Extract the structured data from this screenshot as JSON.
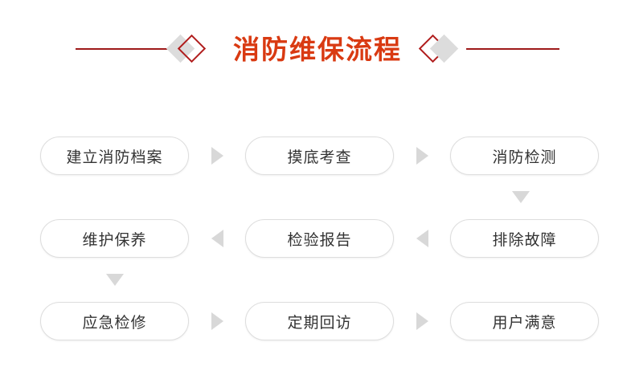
{
  "header": {
    "title": "消防维保流程",
    "title_color": "#d93a12",
    "rule_color": "#9e1a1a",
    "ornament_left": {
      "gray_diamond": "diamond-gray",
      "red_diamond": "diamond-red-outline"
    },
    "ornament_right": {
      "red_diamond": "diamond-red-outline",
      "gray_diamond": "diamond-gray"
    }
  },
  "flow": {
    "node_border_color": "#dddddd",
    "node_text_color": "#333333",
    "arrow_color": "#d8d8d8",
    "rows": [
      {
        "direction": "right",
        "nodes": [
          "建立消防档案",
          "摸底考查",
          "消防检测"
        ],
        "connectors": [
          "arrow-right",
          "arrow-right"
        ]
      },
      {
        "direction": "left",
        "nodes": [
          "维护保养",
          "检验报告",
          "排除故障"
        ],
        "connectors": [
          "arrow-left",
          "arrow-left"
        ]
      },
      {
        "direction": "right",
        "nodes": [
          "应急检修",
          "定期回访",
          "用户满意"
        ],
        "connectors": [
          "arrow-right",
          "arrow-right"
        ]
      }
    ],
    "vertical_connectors": [
      {
        "after_row": 0,
        "column": "right",
        "icon": "arrow-down"
      },
      {
        "after_row": 1,
        "column": "left",
        "icon": "arrow-down"
      }
    ]
  }
}
